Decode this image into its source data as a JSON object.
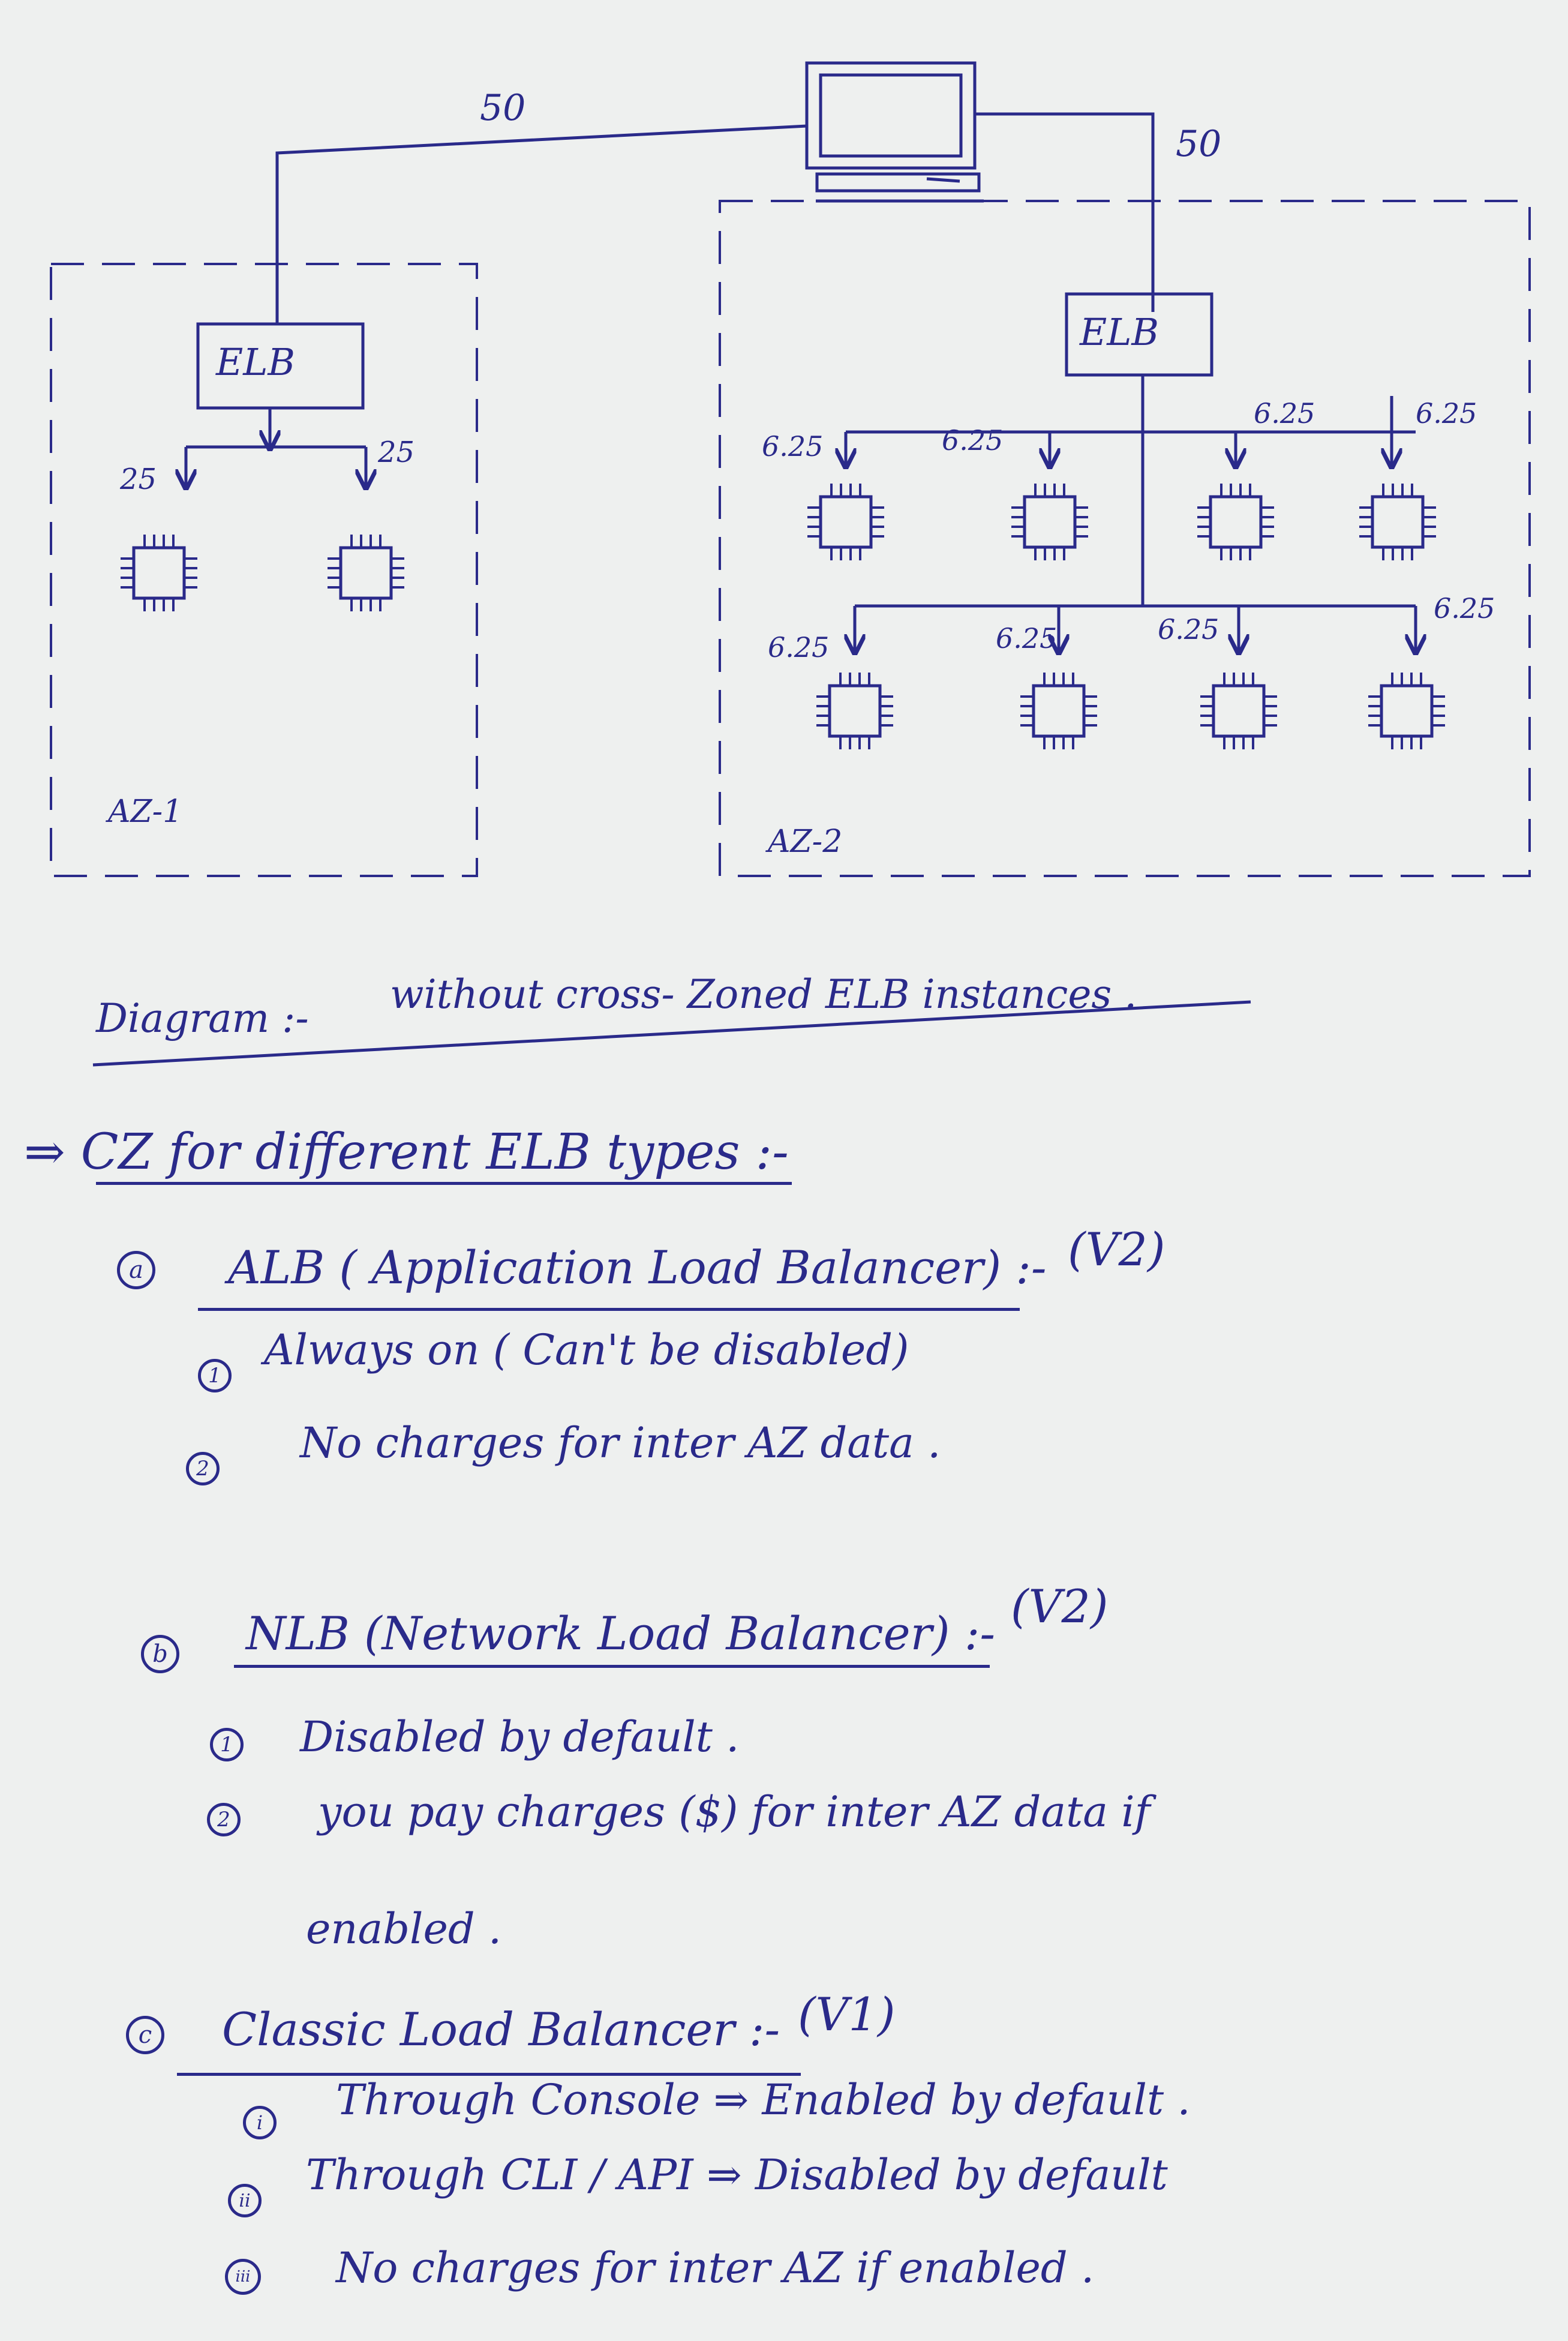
{
  "diagram": {
    "top_link_label_left": "50",
    "top_link_label_right": "50",
    "zone1": {
      "elb_label": "ELB",
      "link_labels": [
        "25",
        "25"
      ],
      "zone_label": "AZ-1"
    },
    "zone2": {
      "elb_label": "ELB",
      "row1_labels": [
        "6.25",
        "6.25",
        "6.25",
        "6.25"
      ],
      "row2_labels": [
        "6.25",
        "6.25",
        "6.25",
        "6.25"
      ],
      "zone_label": "AZ-2"
    },
    "caption_prefix": "Diagram :-",
    "caption": "without cross- Zoned ELB instances ."
  },
  "notes": {
    "heading": "⇒ CZ for different ELB types :-",
    "sections": [
      {
        "marker": "a",
        "title": "ALB ( Application Load Balancer) :-",
        "version": "(V2)",
        "items": [
          {
            "marker": "1",
            "text": "Always on ( Can't be disabled)"
          },
          {
            "marker": "2",
            "text": "No charges for inter AZ data ."
          }
        ]
      },
      {
        "marker": "b",
        "title": "NLB (Network Load Balancer) :-",
        "version": "(V2)",
        "items": [
          {
            "marker": "1",
            "text": "Disabled by default ."
          },
          {
            "marker": "2",
            "text": "you pay charges ($) for inter AZ data if"
          },
          {
            "marker": "",
            "text": "enabled ."
          }
        ]
      },
      {
        "marker": "c",
        "title": "Classic Load Balancer :-",
        "version": "(V1)",
        "items": [
          {
            "marker": "i",
            "text": "Through Console ⇒ Enabled by default ."
          },
          {
            "marker": "ii",
            "text": "Through CLI / API ⇒ Disabled by default"
          },
          {
            "marker": "iii",
            "text": "No charges for inter AZ if enabled ."
          }
        ]
      }
    ]
  },
  "colors": {
    "ink": "#2a2a8a",
    "paper": "#eef0ef"
  }
}
